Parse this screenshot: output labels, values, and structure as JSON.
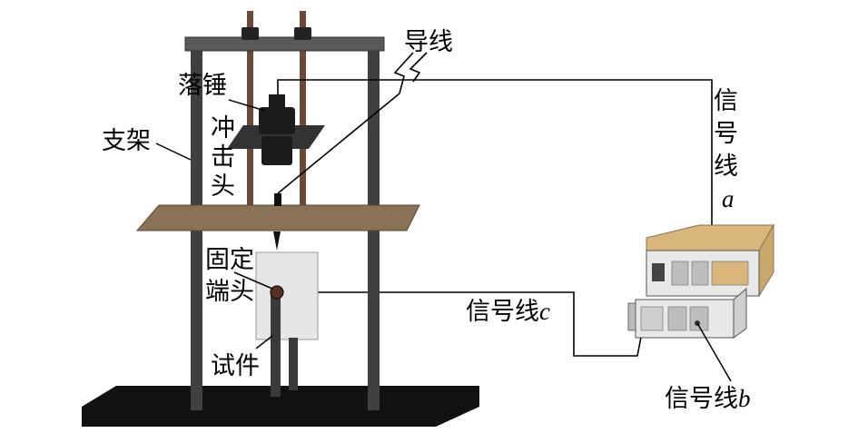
{
  "labels": {
    "wire": "导线",
    "drop_hammer": "落锤",
    "support_frame": "支架",
    "impact_head_chars": [
      "冲",
      "击",
      "头"
    ],
    "fixed_end_line1": "固定",
    "fixed_end_line2": "端头",
    "specimen": "试件",
    "signal_line_a_chars": [
      "信",
      "号",
      "线"
    ],
    "signal_line_a_letter": "a",
    "signal_line_c_text": "信号线",
    "signal_line_c_letter": "c",
    "signal_line_b_text": "信号线",
    "signal_line_b_letter": "b"
  },
  "colors": {
    "base": "#111111",
    "column": "#404040",
    "crossbeam": "#5a5a5a",
    "table": "#8a7259",
    "rod": "#6b4a3a",
    "hammer": "#1c1c1c",
    "hammer_plate": "#333333",
    "specimen": "#e6e6e6",
    "device_top": "#d9b77c",
    "device_front": "#e8e8e8",
    "wire": "#000000"
  }
}
